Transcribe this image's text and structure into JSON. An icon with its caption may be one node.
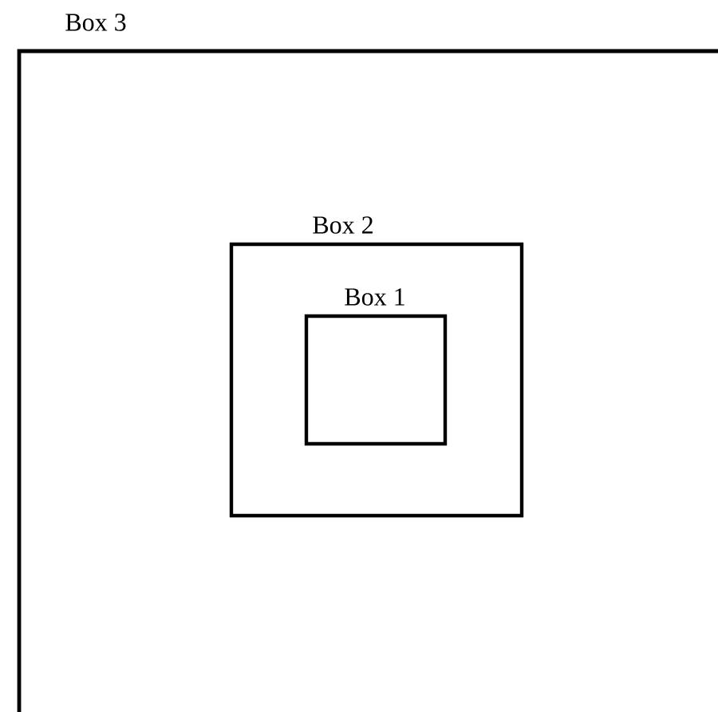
{
  "diagram": {
    "nodes": [
      {
        "text": [
          "Box 3"
        ]
      },
      {
        "text": [
          "Box 2"
        ],
        "in": 0
      },
      {
        "text": [
          "Box 1"
        ],
        "in": 1
      }
    ]
  }
}
